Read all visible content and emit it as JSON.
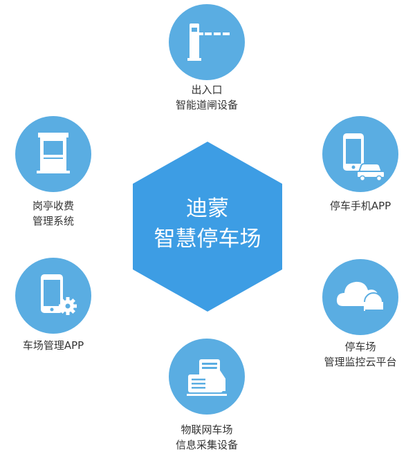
{
  "center": {
    "line1": "迪蒙",
    "line2": "智慧停车场"
  },
  "colors": {
    "circle": "#5aade2",
    "hexagon": "#3d9de4",
    "icon": "#ffffff",
    "text": "#333333"
  },
  "nodes": [
    {
      "id": "entrance-gate",
      "icon": "barrier-gate-icon",
      "lines": [
        "出入口",
        "智能道闸设备"
      ]
    },
    {
      "id": "mobile-app",
      "icon": "phone-car-icon",
      "lines": [
        "停车手机APP"
      ]
    },
    {
      "id": "cloud-platform",
      "icon": "cloud-icon",
      "lines": [
        "停车场",
        "管理监控云平台"
      ]
    },
    {
      "id": "iot-collection",
      "icon": "card-reader-icon",
      "lines": [
        "物联网车场",
        "信息采集设备"
      ]
    },
    {
      "id": "management-app",
      "icon": "phone-gear-icon",
      "lines": [
        "车场管理APP"
      ]
    },
    {
      "id": "booth-billing",
      "icon": "toll-booth-icon",
      "lines": [
        "岗亭收费",
        "管理系统"
      ]
    }
  ]
}
